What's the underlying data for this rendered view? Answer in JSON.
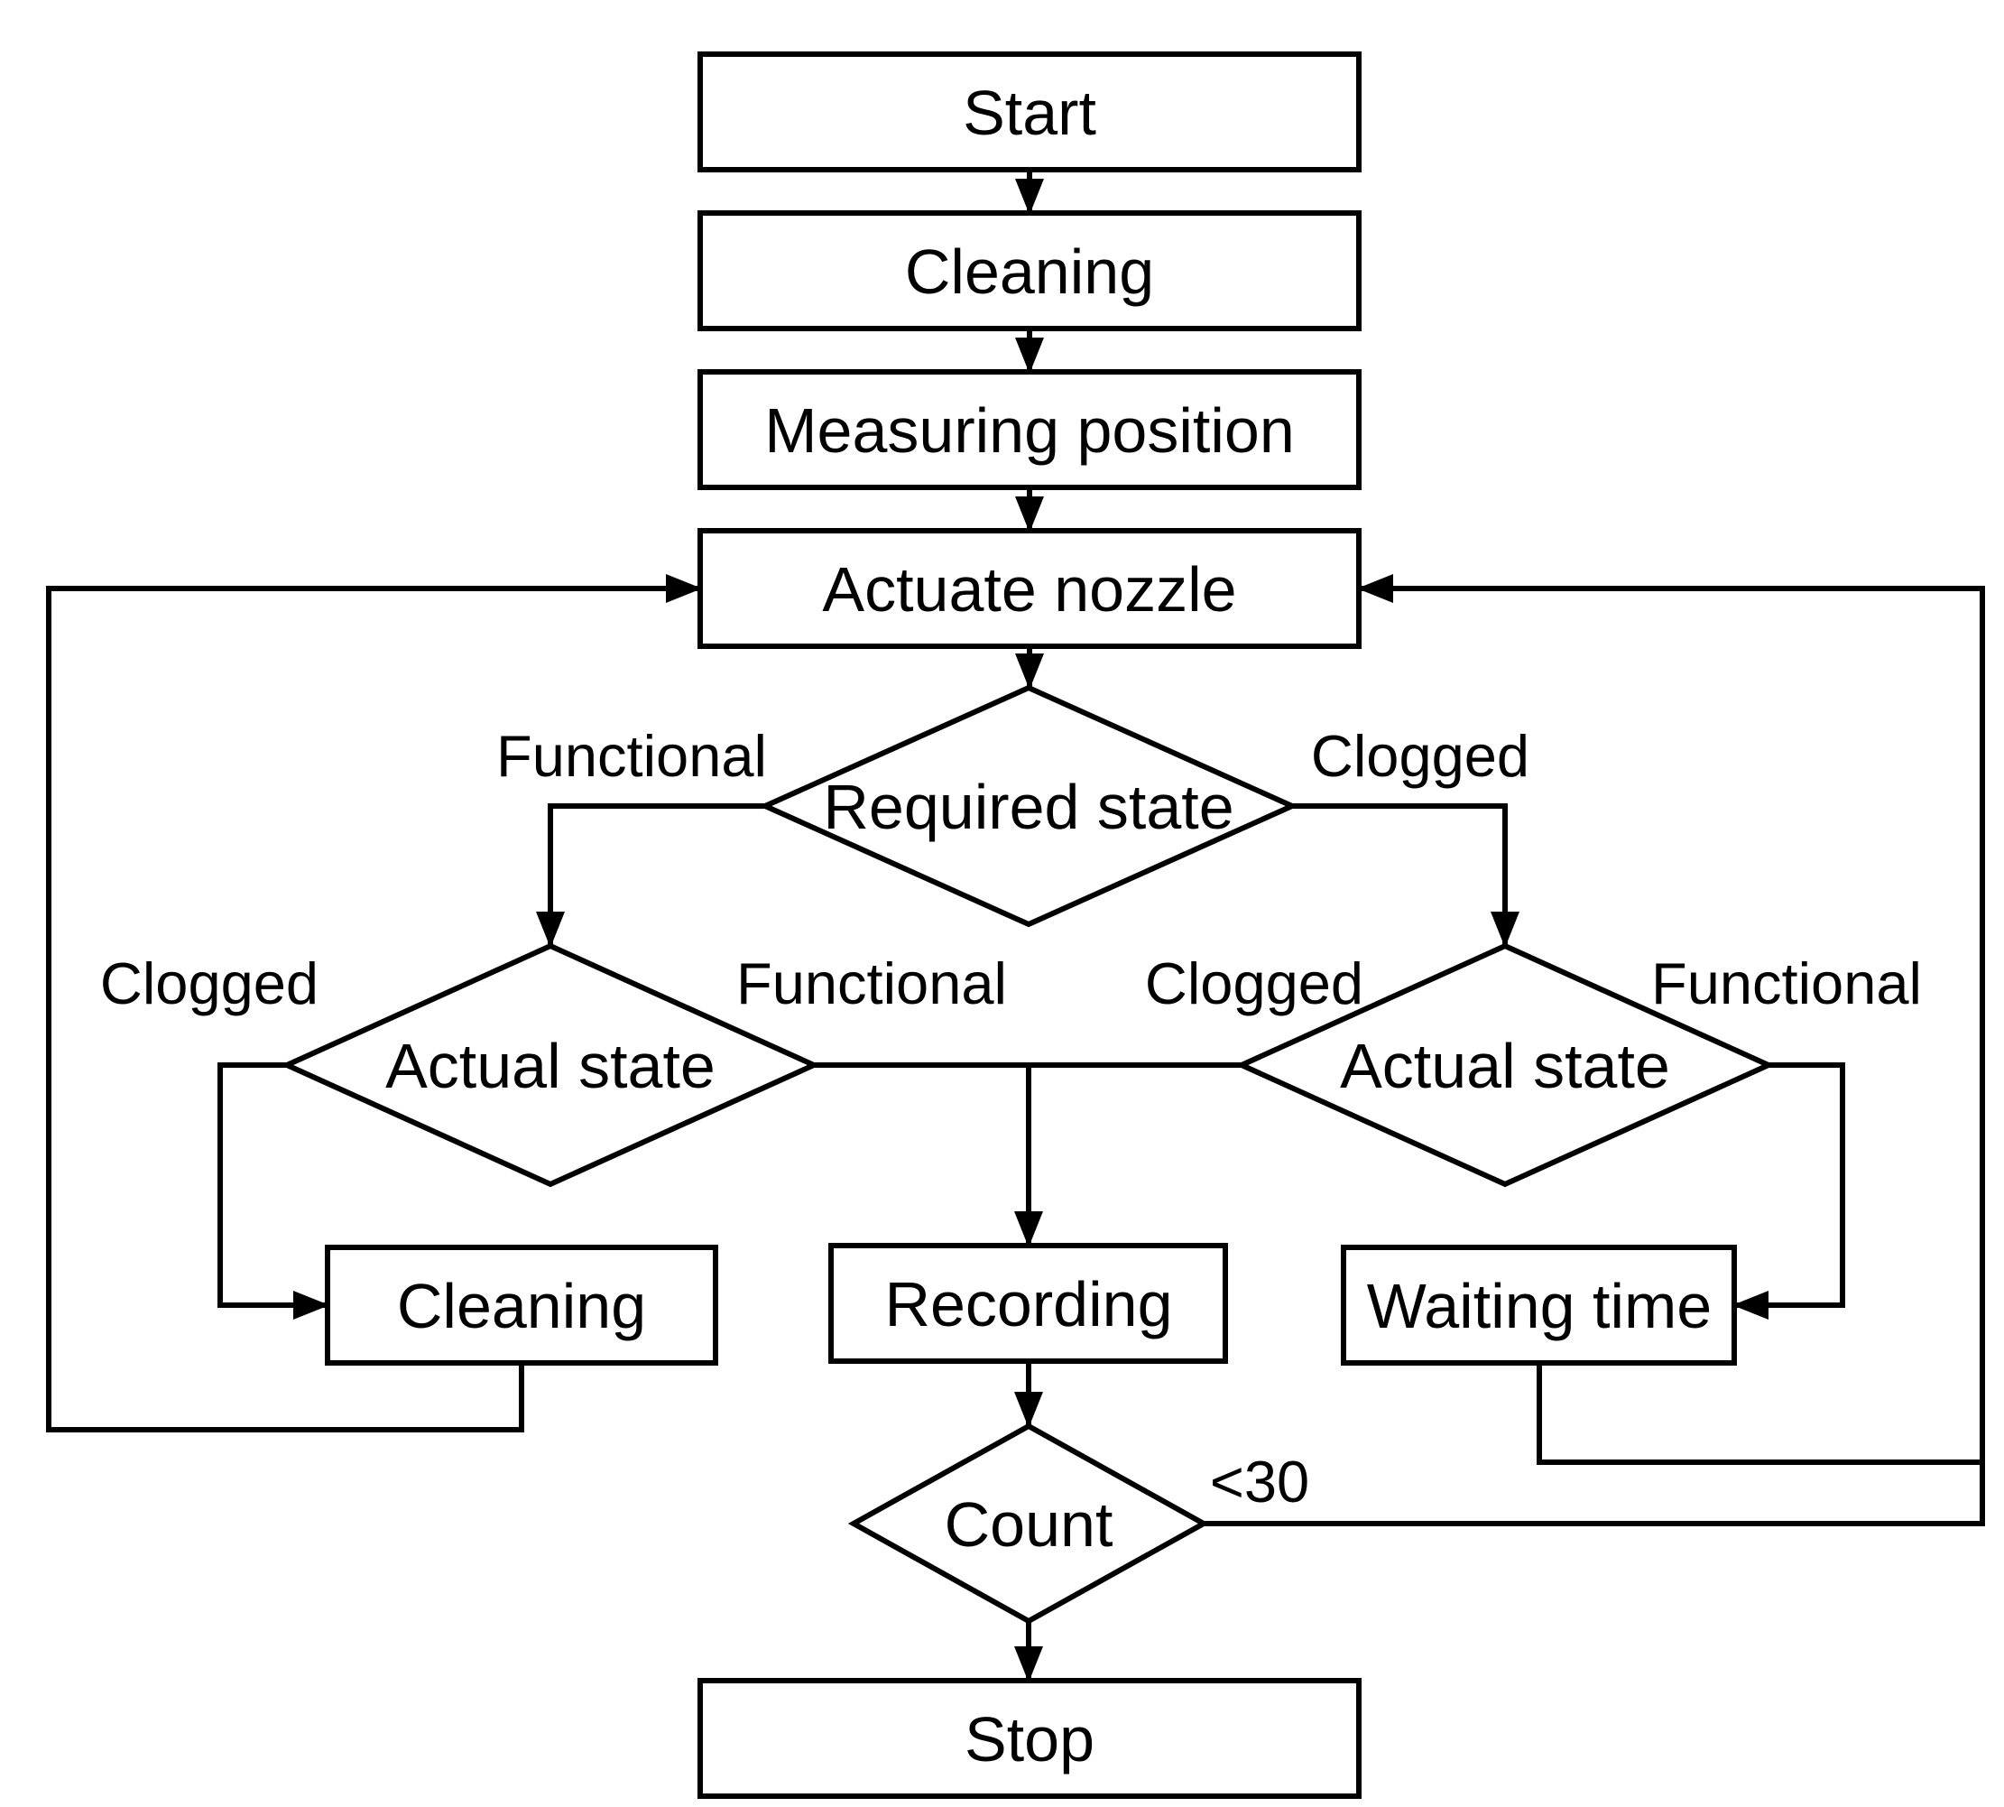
{
  "flowchart": {
    "colors": {
      "line": "#000000",
      "background": "#ffffff",
      "text": "#000000"
    },
    "nodes": {
      "start": {
        "label": "Start",
        "type": "process"
      },
      "cleaning_initial": {
        "label": "Cleaning",
        "type": "process"
      },
      "measuring_position": {
        "label": "Measuring position",
        "type": "process"
      },
      "actuate_nozzle": {
        "label": "Actuate nozzle",
        "type": "process"
      },
      "required_state": {
        "label": "Required state",
        "type": "decision"
      },
      "actual_state_left": {
        "label": "Actual state",
        "type": "decision"
      },
      "actual_state_right": {
        "label": "Actual state",
        "type": "decision"
      },
      "cleaning_loop": {
        "label": "Cleaning",
        "type": "process"
      },
      "recording": {
        "label": "Recording",
        "type": "process"
      },
      "waiting_time": {
        "label": "Waiting time",
        "type": "process"
      },
      "count": {
        "label": "Count",
        "type": "decision"
      },
      "stop": {
        "label": "Stop",
        "type": "process"
      }
    },
    "edge_labels": {
      "required_state_functional": "Functional",
      "required_state_clogged": "Clogged",
      "actual_left_clogged": "Clogged",
      "actual_left_functional": "Functional",
      "actual_right_clogged": "Clogged",
      "actual_right_functional": "Functional",
      "count_less_than_30": "<30"
    }
  }
}
